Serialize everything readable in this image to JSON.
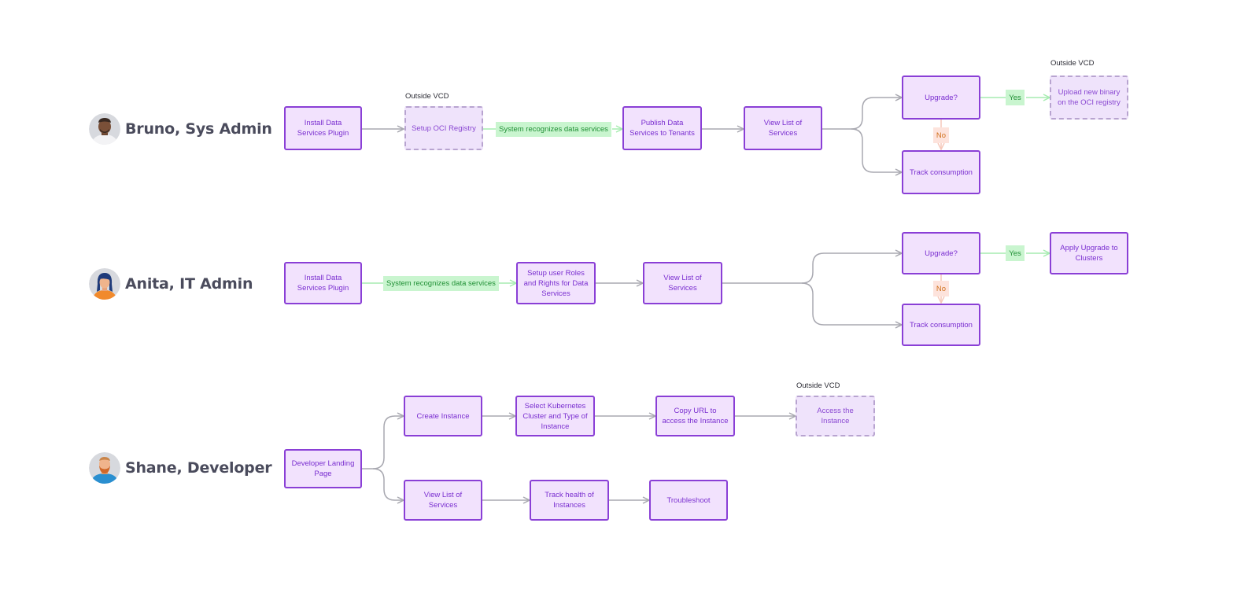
{
  "personas": [
    {
      "name": "Bruno, Sys Admin"
    },
    {
      "name": "Anita, IT Admin"
    },
    {
      "name": "Shane, Developer"
    }
  ],
  "outside_label": "Outside VCD",
  "decisions": {
    "yes": "Yes",
    "no": "No"
  },
  "bruno": {
    "install": "Install Data Services Plugin",
    "setup_oci": "Setup OCI Registry",
    "system_recognizes": "System recognizes data services",
    "publish": "Publish Data Services to Tenants",
    "view_list": "View List of Services",
    "upgrade": "Upgrade?",
    "upload_binary": "Upload new binary on the OCI registry",
    "track": "Track consumption"
  },
  "anita": {
    "install": "Install Data Services Plugin",
    "system_recognizes": "System recognizes data services",
    "setup_roles": "Setup user Roles and Rights for Data Services",
    "view_list": "View List of Services",
    "upgrade": "Upgrade?",
    "apply_upgrade": "Apply Upgrade to Clusters",
    "track": "Track consumption"
  },
  "shane": {
    "landing": "Developer Landing Page",
    "create": "Create Instance",
    "select_k8s": "Select Kubernetes Cluster and Type of Instance",
    "copy_url": "Copy URL to access the Instance",
    "access": "Access the Instance",
    "view_list": "View List of Services",
    "track_health": "Track health of Instances",
    "troubleshoot": "Troubleshoot"
  },
  "colors": {
    "node_fill": "#f2e2fd",
    "node_border": "#8a3fd6",
    "node_text": "#7a2fd0",
    "outside_border": "#b8a4d0",
    "green_fill": "#c9f5cf",
    "green_text": "#1f8f34",
    "no_fill": "#fde3dc",
    "no_text": "#d0701a",
    "edge": "#a8a8b0",
    "edge_green": "#a6ecb0"
  }
}
